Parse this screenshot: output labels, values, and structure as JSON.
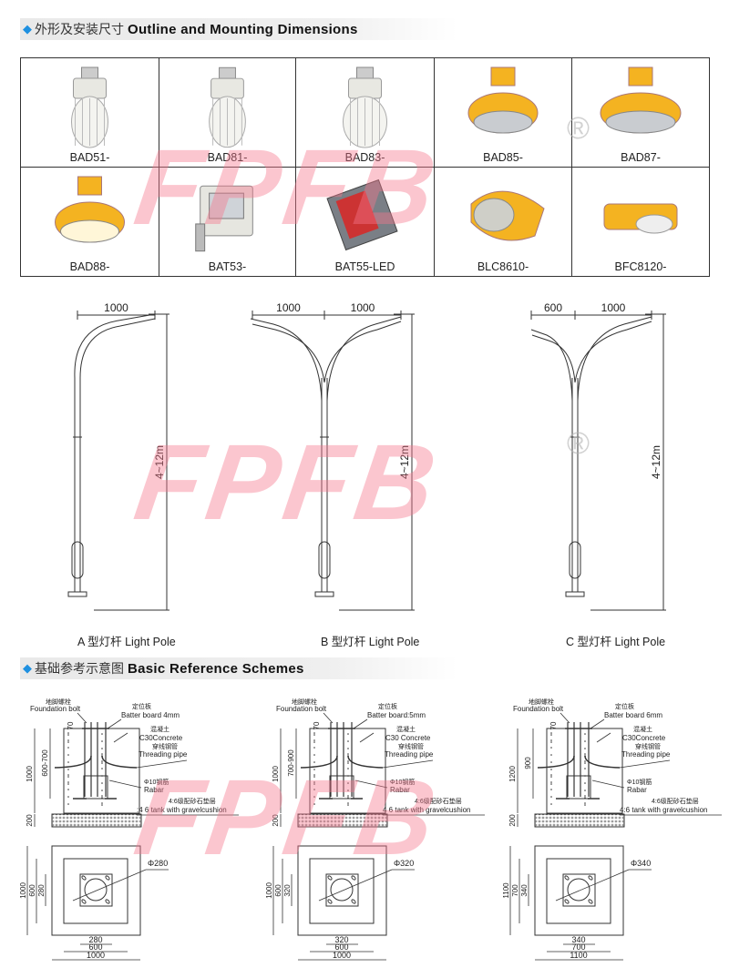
{
  "section1": {
    "cn": "外形及安装尺寸",
    "en": "Outline and Mounting Dimensions"
  },
  "products": [
    {
      "name": "BAD51-",
      "color": "white"
    },
    {
      "name": "BAD81-",
      "color": "white"
    },
    {
      "name": "BAD83-",
      "color": "white"
    },
    {
      "name": "BAD85-",
      "color": "yellow"
    },
    {
      "name": "BAD87-",
      "color": "yellow"
    },
    {
      "name": "BAD88-",
      "color": "yellow"
    },
    {
      "name": "BAT53-",
      "color": "white"
    },
    {
      "name": "BAT55-LED",
      "color": "gray"
    },
    {
      "name": "BLC8610-",
      "color": "yellow"
    },
    {
      "name": "BFC8120-",
      "color": "yellow"
    }
  ],
  "watermark": "FPFB",
  "registered": "®",
  "poles": [
    {
      "caption": "A 型灯杆 Light Pole",
      "dims": [
        "1000"
      ],
      "height": "4~12m"
    },
    {
      "caption": "B 型灯杆 Light Pole",
      "dims": [
        "1000",
        "1000"
      ],
      "height": "4~12m"
    },
    {
      "caption": "C 型灯杆 Light Pole",
      "dims": [
        "600",
        "1000"
      ],
      "height": "4~12m"
    }
  ],
  "section2": {
    "cn": "基础参考示意图",
    "en": "Basic Reference Schemes"
  },
  "schemes": [
    {
      "bolt_cn": "地脚螺栓",
      "bolt_en": "Foundation bolt",
      "board_cn": "定位板",
      "board_en": "Batter board  4mm",
      "concrete_cn": "混凝土",
      "concrete_en": "C30Concrete",
      "pipe_cn": "穿线钢管",
      "pipe_en": "Threading pipe",
      "rebar_cn": "Φ10钢筋",
      "rebar_en": "Rabar",
      "gravel_cn": "4:6级配砂石垫层",
      "gravel_en": ":4 6 tank with gravelcushion",
      "d70": "70",
      "dmid": "600-700",
      "dtotal": "1000",
      "dbase": "200",
      "phi": "Φ280",
      "plan_outer": "1000",
      "plan_mid": "600",
      "plan_inner": "280"
    },
    {
      "bolt_cn": "地脚螺栓",
      "bolt_en": "Foundation bolt",
      "board_cn": "定位板",
      "board_en": "Batter board:5mm",
      "concrete_cn": "混凝土",
      "concrete_en": "C30 Concrete",
      "pipe_cn": "穿线钢管",
      "pipe_en": "Threading pipe",
      "rebar_cn": "Φ10钢筋",
      "rebar_en": "Rabar",
      "gravel_cn": "4:6级配砂石垫层",
      "gravel_en": "4 6 tank with gravelcushion",
      "d70": "70",
      "dmid": "700-900",
      "dtotal": "1000",
      "dbase": "200",
      "phi": "Φ320",
      "plan_outer": "1000",
      "plan_mid": "600",
      "plan_inner": "320"
    },
    {
      "bolt_cn": "地脚螺栓",
      "bolt_en": "Foundation bolt",
      "board_cn": "定位板",
      "board_en": "Batter board  6mm",
      "concrete_cn": "混凝土",
      "concrete_en": "C30Concrete",
      "pipe_cn": "穿线钢管",
      "pipe_en": "Threading pipe",
      "rebar_cn": "Φ10钢筋",
      "rebar_en": "Rabar",
      "gravel_cn": "4:6级配砂石垫层",
      "gravel_en": "4:6 tank with gravelcushion",
      "d70": "70",
      "dmid": "900",
      "dtotal": "1200",
      "dbase": "200",
      "phi": "Φ340",
      "plan_outer": "1100",
      "plan_mid": "700",
      "plan_inner": "340"
    }
  ],
  "colors": {
    "accent": "#1e90e0",
    "watermark": "#f6788c",
    "lamp_yellow": "#f4b321"
  }
}
